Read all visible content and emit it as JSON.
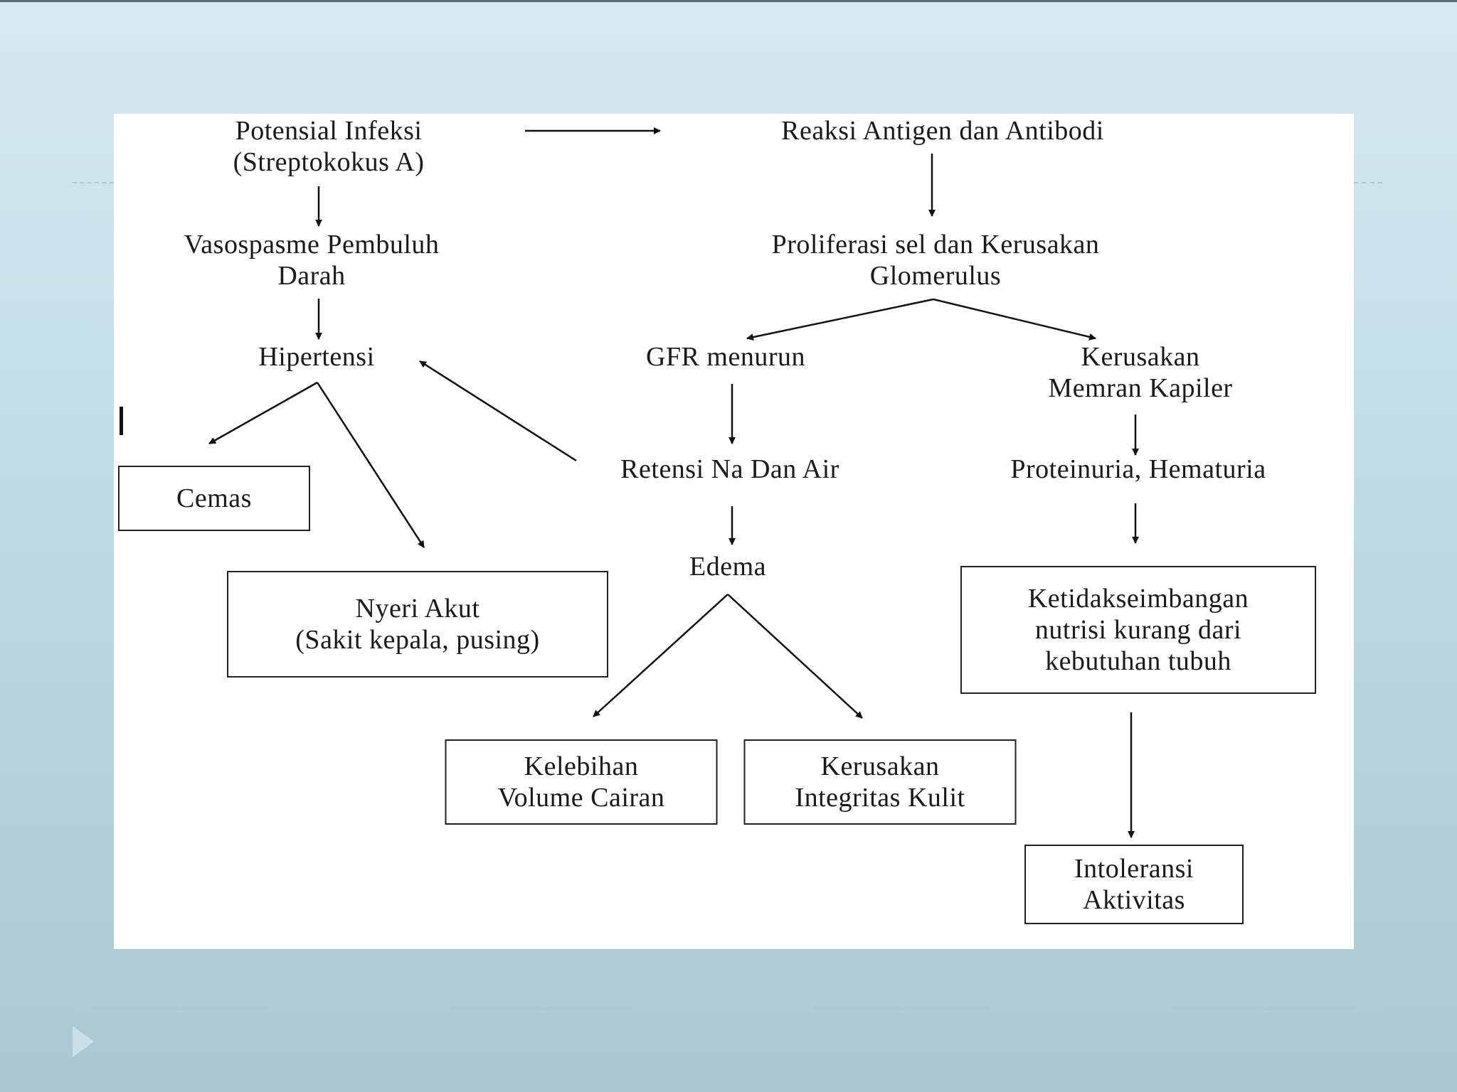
{
  "nodes": {
    "potensial_infeksi": "Potensial Infeksi",
    "streptokokus": "(Streptokokus A)",
    "reaksi": "Reaksi Antigen dan Antibodi",
    "vasospasme_1": "Vasospasme Pembuluh",
    "vasospasme_2": "Darah",
    "proliferasi_1": "Proliferasi  sel dan Kerusakan",
    "proliferasi_2": "Glomerulus",
    "hipertensi": "Hipertensi",
    "gfr": "GFR menurun",
    "kerusakan_memran_1": "Kerusakan",
    "kerusakan_memran_2": "Memran Kapiler",
    "cemas": "Cemas",
    "retensi": "Retensi Na Dan Air",
    "proteinuria": "Proteinuria, Hematuria",
    "nyeri_1": "Nyeri Akut",
    "nyeri_2": "(Sakit kepala, pusing)",
    "edema": "Edema",
    "ketidak_1": "Ketidakseimbangan",
    "ketidak_2": "nutrisi kurang dari",
    "ketidak_3": "kebutuhan tubuh",
    "kelebihan_1": "Kelebihan",
    "kelebihan_2": "Volume Cairan",
    "kerusakan_kulit_1": "Kerusakan",
    "kerusakan_kulit_2": "Integritas Kulit",
    "intoleransi_1": "Intoleransi",
    "intoleransi_2": "Aktivitas"
  },
  "colors": {
    "background_top": "#d5eaf2",
    "background_bottom": "#a9c8d3",
    "panel": "#ffffff",
    "ink": "#1a1a1a"
  }
}
